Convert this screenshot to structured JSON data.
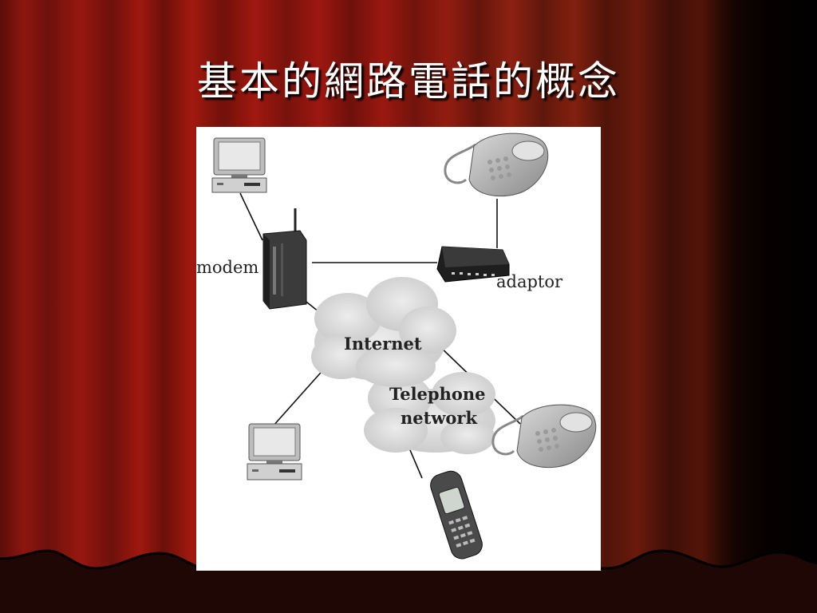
{
  "slide": {
    "title": "基本的網路電話的概念"
  },
  "diagram": {
    "labels": {
      "modem": "modem",
      "adaptor": "adaptor",
      "internet": "Internet",
      "telephone_line1": "Telephone",
      "telephone_line2": "network"
    }
  }
}
